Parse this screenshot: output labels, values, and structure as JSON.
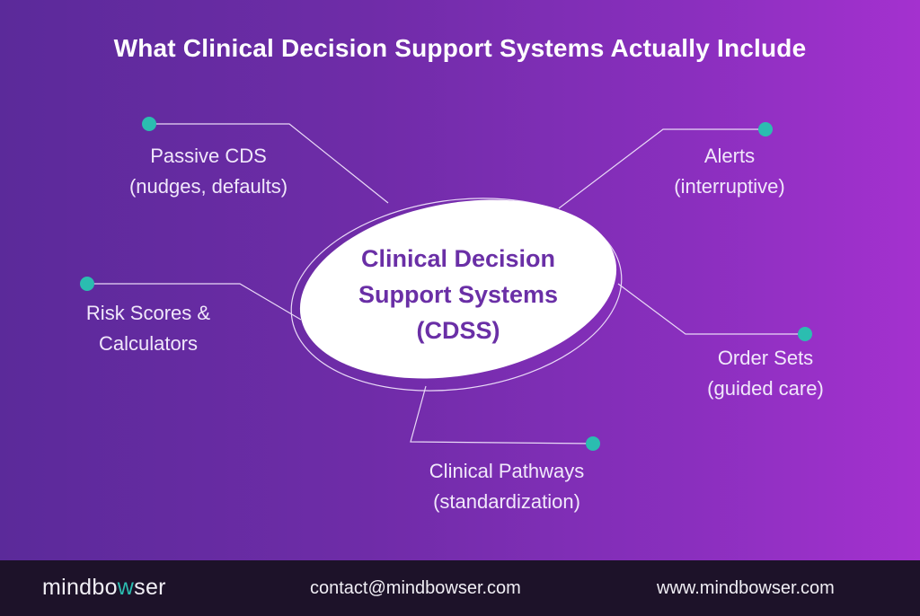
{
  "title": "What Clinical Decision Support Systems Actually Include",
  "center": {
    "line1": "Clinical Decision",
    "line2": "Support Systems",
    "line3": "(CDSS)"
  },
  "nodes": [
    {
      "id": "passive",
      "line1": "Passive CDS",
      "line2": "(nudges, defaults)"
    },
    {
      "id": "alerts",
      "line1": "Alerts",
      "line2": "(interruptive)"
    },
    {
      "id": "risk",
      "line1": "Risk Scores &",
      "line2": "Calculators"
    },
    {
      "id": "order",
      "line1": "Order Sets",
      "line2": "(guided care)"
    },
    {
      "id": "pathways",
      "line1": "Clinical Pathways",
      "line2": "(standardization)"
    }
  ],
  "colors": {
    "accent_dot": "#2bbdb0",
    "center_text": "#6a2fa6",
    "footer_bg": "#1d1229"
  },
  "footer": {
    "logo_pre": "mindbo",
    "logo_w": "w",
    "logo_post": "ser",
    "email": "contact@mindbowser.com",
    "website": "www.mindbowser.com"
  }
}
